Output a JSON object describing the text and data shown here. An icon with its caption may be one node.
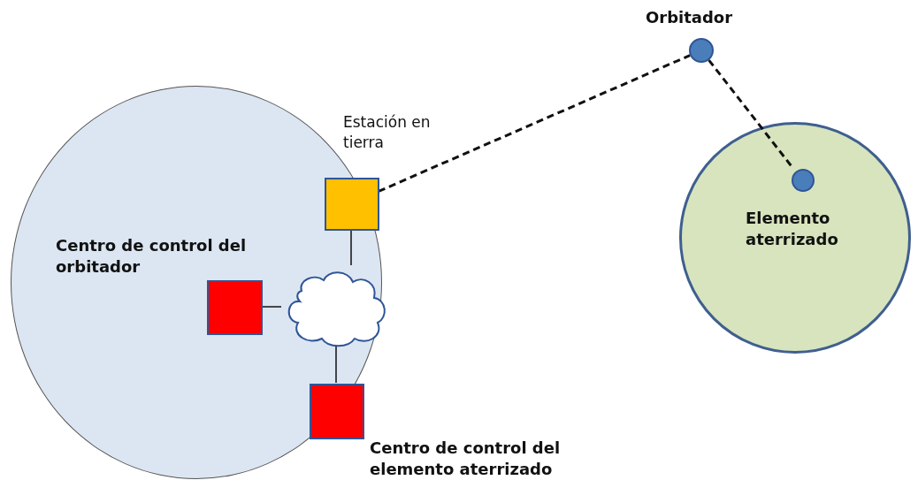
{
  "diagram": {
    "nodes": [
      {
        "text": [],
        "shape": "circle"
      },
      {
        "text": [
          "Estación en tierra"
        ],
        "in": 0
      },
      {
        "text": [
          "Centro de control del orbitador"
        ],
        "in": 0
      },
      {
        "text": [],
        "shape": "cloud",
        "in": 0
      },
      {
        "text": [
          "Centro de control del elemento aterrizado"
        ],
        "in": 0
      },
      {
        "text": [
          "Orbitador"
        ]
      },
      {
        "text": [],
        "shape": "circle"
      },
      {
        "text": [
          "Elemento aterrizado"
        ],
        "in": 6
      }
    ],
    "edges": [
      {
        "from": 1,
        "to": 3,
        "arrow": "none"
      },
      {
        "from": 2,
        "to": 3,
        "arrow": "none"
      },
      {
        "from": 3,
        "to": 4,
        "arrow": "none"
      },
      {
        "from": 1,
        "to": 5,
        "arrow": "none",
        "style": "dashed"
      },
      {
        "from": 5,
        "to": 7,
        "arrow": "none",
        "style": "dashed"
      }
    ]
  }
}
